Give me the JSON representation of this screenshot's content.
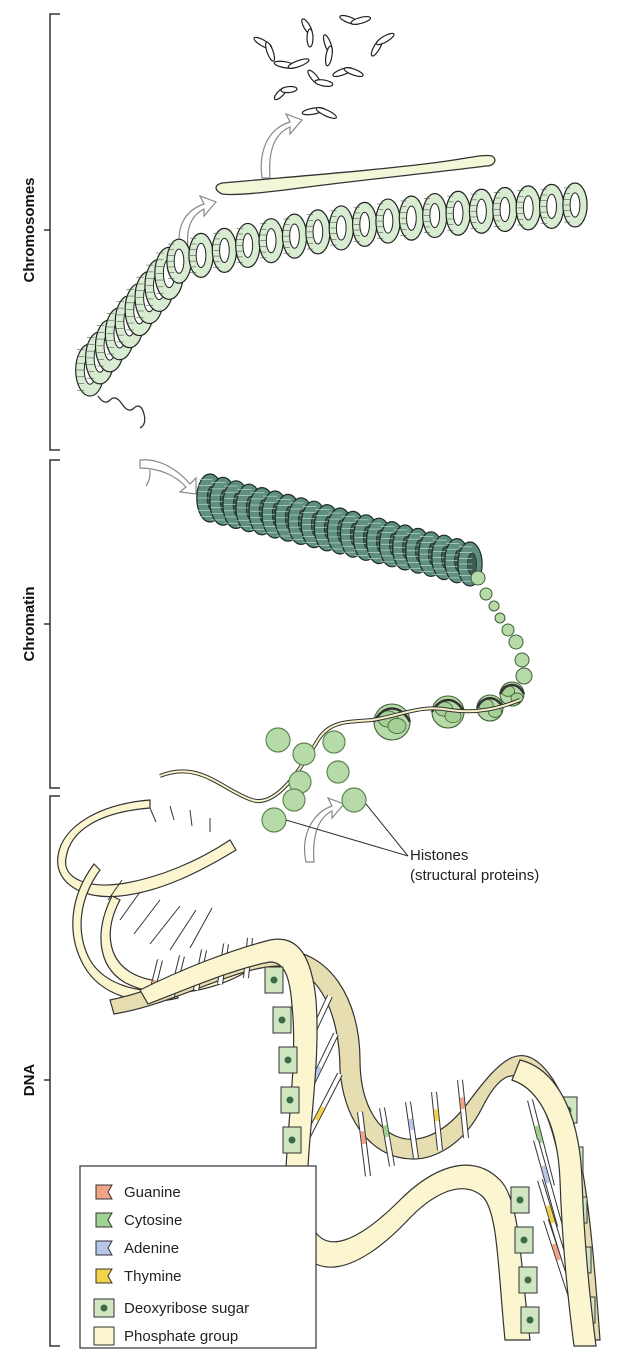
{
  "sections": [
    {
      "label": "Chromosomes"
    },
    {
      "label": "Chromatin"
    },
    {
      "label": "DNA"
    }
  ],
  "callout": {
    "line1": "Histones",
    "line2": "(structural proteins)"
  },
  "legend": {
    "items": [
      {
        "label": "Guanine",
        "icon": "guanine-icon",
        "color": "#f0a58a"
      },
      {
        "label": "Cytosine",
        "icon": "cytosine-icon",
        "color": "#9fd28e"
      },
      {
        "label": "Adenine",
        "icon": "adenine-icon",
        "color": "#b9c6ea"
      },
      {
        "label": "Thymine",
        "icon": "thymine-icon",
        "color": "#f2d34a"
      },
      {
        "label": "Deoxyribose sugar",
        "icon": "deoxyribose-sugar-icon",
        "color": "#cfe6c0"
      },
      {
        "label": "Phosphate group",
        "icon": "phosphate-group-icon",
        "color": "#fbf6cf"
      }
    ]
  },
  "colors": {
    "chromatin_dark": "#5f8f80",
    "chromosome_light": "#d7ecd0",
    "histone": "#b7dba8",
    "outline": "#222222"
  }
}
